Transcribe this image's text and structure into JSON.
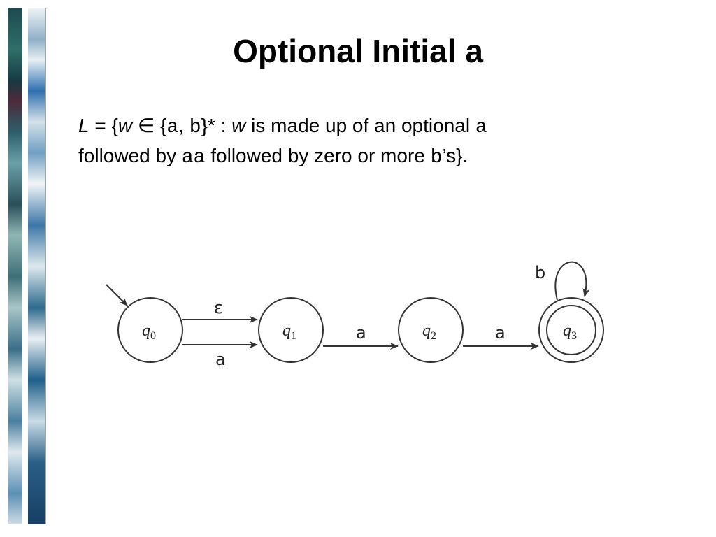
{
  "slide": {
    "title": "Optional Initial a"
  },
  "definition": {
    "line1": {
      "L": "L",
      "eq_open": " = {",
      "w1": "w",
      "in": " ∈ {",
      "a": "a",
      "comma": ", ",
      "b": "b",
      "star": "}* : ",
      "w2": "w",
      "rest": " is made up of an optional ",
      "a2": "a"
    },
    "line2": {
      "pre": "followed by ",
      "aa": "aa",
      "mid": " followed by zero or more ",
      "b": "b",
      "end": "’s}."
    }
  },
  "automaton": {
    "states": [
      {
        "id": "q0",
        "base": "q",
        "sub": "0",
        "start": true,
        "accepting": false
      },
      {
        "id": "q1",
        "base": "q",
        "sub": "1",
        "start": false,
        "accepting": false
      },
      {
        "id": "q2",
        "base": "q",
        "sub": "2",
        "start": false,
        "accepting": false
      },
      {
        "id": "q3",
        "base": "q",
        "sub": "3",
        "start": false,
        "accepting": true
      }
    ],
    "transitions": [
      {
        "from": "q0",
        "to": "q1",
        "label": "ε"
      },
      {
        "from": "q0",
        "to": "q1",
        "label": "a"
      },
      {
        "from": "q1",
        "to": "q2",
        "label": "a"
      },
      {
        "from": "q2",
        "to": "q3",
        "label": "a"
      },
      {
        "from": "q3",
        "to": "q3",
        "label": "b"
      }
    ],
    "colors": {
      "stroke": "#333333",
      "text": "#222222"
    }
  }
}
